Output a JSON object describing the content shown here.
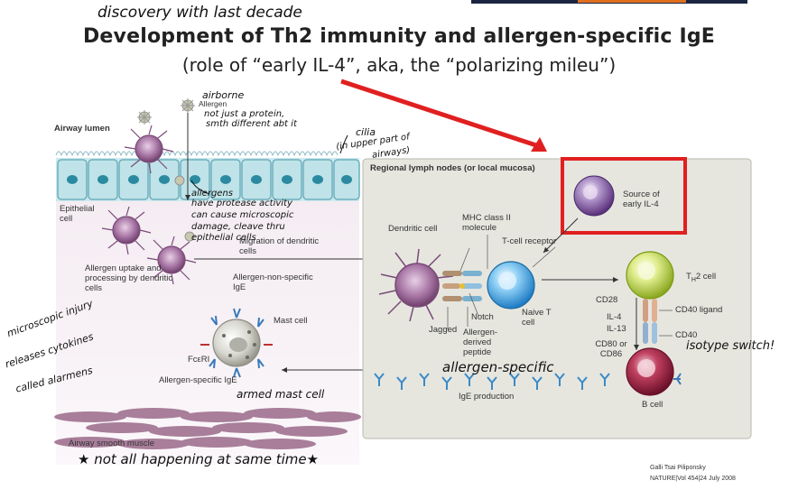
{
  "title": "Development of Th2 immunity and allergen-specific IgE",
  "subtitle": "(role of “early IL-4”, aka, the “polarizing mileu”)",
  "handwritten": {
    "top_note": "discovery with last decade",
    "airborne": "airborne",
    "not_protein": "not just a protein,",
    "something_different": "smth different abt it",
    "cilia": "cilia",
    "upper_airways": "(in upper part of",
    "airways": "airways)",
    "allergens": "allergens",
    "protease": "have protease activity",
    "microscopic": "can cause microscopic",
    "damage": "damage, cleave thru",
    "epithelial": "epithelial cells",
    "micro_injury": "microscopic injury",
    "releases": "releases cytokines",
    "alarmens": "called alarmens",
    "armed_mast": "armed mast cell",
    "allergen_specific": "allergen-specific",
    "isotype_switch": "isotype switch!",
    "not_all": "★ not all happening at same time★"
  },
  "labels": {
    "airway_lumen": "Airway lumen",
    "allergen": "Allergen",
    "epithelial_cell": "Epithelial cell",
    "allergen_uptake": "Allergen uptake and processing by dendritic cells",
    "migration": "Migration of dendritic cells",
    "allergen_non_specific": "Allergen-non-specific IgE",
    "mast_cell": "Mast cell",
    "fceri": "FcεRI",
    "allergen_specific_ige": "Allergen-specific IgE",
    "airway_smooth_muscle": "Airway smooth muscle",
    "regional_lymph": "Regional lymph nodes (or local mucosa)",
    "source_early_il4": "Source of early IL-4",
    "dendritic_cell": "Dendritic cell",
    "mhc": "MHC class II molecule",
    "tcr": "T-cell receptor",
    "th2_cell": "T",
    "th2_sub": "H",
    "th2_suffix": "2 cell",
    "cd28": "CD28",
    "cd40_ligand": "CD40 ligand",
    "il4": "IL-4",
    "il13": "IL-13",
    "cd40": "CD40",
    "cd80": "CD80 or CD86",
    "jagged": "Jagged",
    "notch": "Notch",
    "allergen_derived": "Allergen-derived peptide",
    "naive_t": "Naive T cell",
    "ige_production": "IgE production",
    "b_cell": "B cell"
  },
  "citation": {
    "author": "Galli Tsai Piliponsky",
    "journal": "NATURE|Vol 454|24 July 2008"
  },
  "colors": {
    "highlight_box": "#e02020",
    "arrow_red": "#e02020",
    "lymph_bg": "#e6e6df",
    "epithelium": "#bfe3e8",
    "dendritic": "#9a6a9a",
    "tcell": "#3aa0e0",
    "th2": "#b5d040",
    "bcell": "#b02040",
    "source_cell": "#6a4a8a",
    "antibody": "#3a7ab8"
  }
}
